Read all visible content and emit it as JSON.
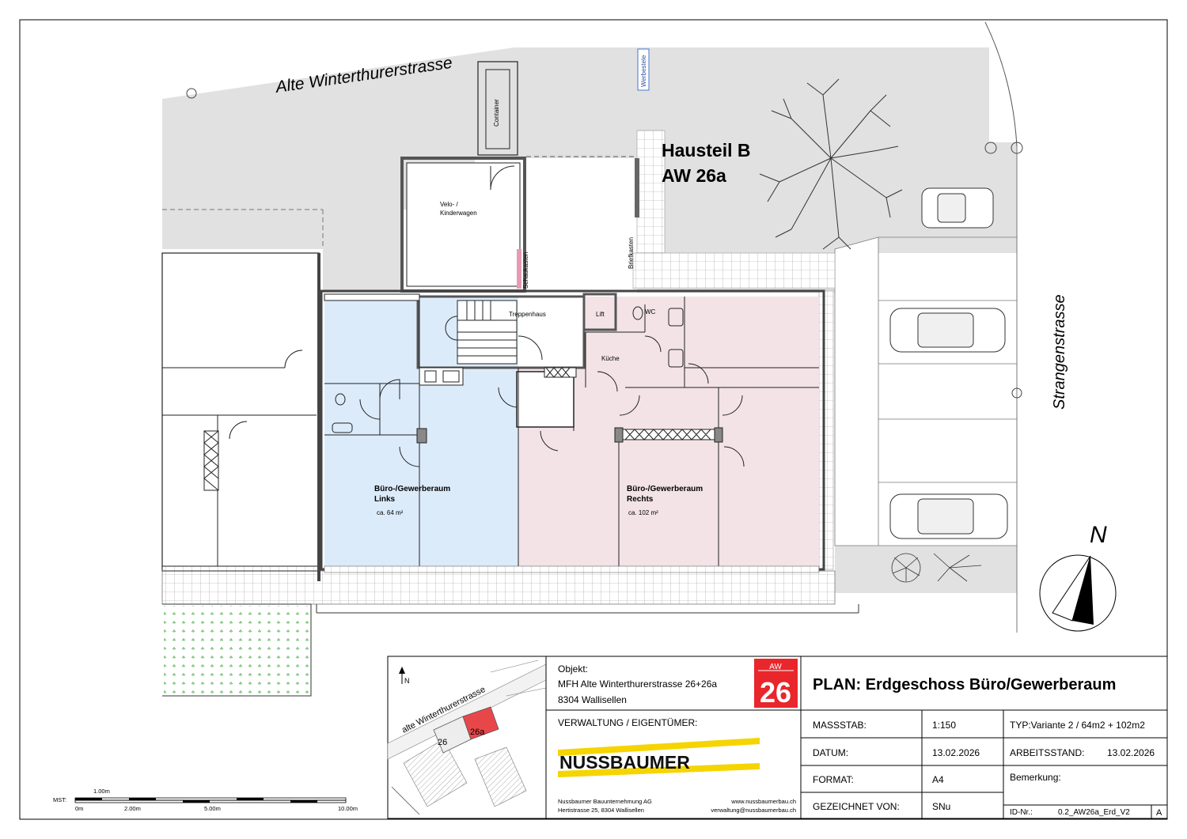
{
  "plan": {
    "street_top": "Alte Winterthurerstrasse",
    "street_right": "Strangenstrasse",
    "building_part_line1": "Hausteil B",
    "building_part_line2": "AW 26a",
    "sign_werbestele": "Werbestele",
    "container": "Container",
    "briefkasten": "Briefkasten",
    "schaukasten": "Schaukasten",
    "velo_line1": "Velo- /",
    "velo_line2": "Kinderwagen",
    "treppenhaus": "Treppenhaus",
    "lift": "Lift",
    "wc": "WC",
    "kueche": "Küche",
    "room_left_line1": "Büro-/Gewerberaum",
    "room_left_line2": "Links",
    "room_left_area": "ca. 64 m²",
    "room_right_line1": "Büro-/Gewerberaum",
    "room_right_line2": "Rechts",
    "room_right_area": "ca. 102 m²",
    "north": "N"
  },
  "scale_bar": {
    "mst_label": "MST:",
    "label_1m": "1.00m",
    "label_0": "0m",
    "label_2": "2.00m",
    "label_5": "5.00m",
    "label_10": "10.00m"
  },
  "location_map": {
    "street": "alte Winterthurerstrasse",
    "house_26": "26",
    "house_26a": "26a",
    "north": "N"
  },
  "title_block": {
    "objekt_label": "Objekt:",
    "objekt_line1": "MFH Alte Winterthurerstrasse 26+26a",
    "objekt_line2": "8304 Wallisellen",
    "aw_badge_top": "AW",
    "aw_badge_number": "26",
    "verwaltung_label": "VERWALTUNG / EIGENTÜMER:",
    "company_logo": "NUSSBAUMER",
    "company_name": "Nussbaumer Bauunternehmung AG",
    "company_address": "Hertistrasse 25, 8304 Wallisellen",
    "company_web": "www.nussbaumerbau.ch",
    "company_email": "verwaltung@nussbaumerbau.ch",
    "plan_title": "PLAN: Erdgeschoss Büro/Gewerberaum",
    "massstab_label": "MASSSTAB:",
    "massstab_value": "1:150",
    "typ_value": "TYP:Variante 2 / 64m2 + 102m2",
    "datum_label": "DATUM:",
    "datum_value": "13.02.2026",
    "arbeitsstand_label": "ARBEITSSTAND:",
    "arbeitsstand_value": "13.02.2026",
    "format_label": "FORMAT:",
    "format_value": "A4",
    "bemerkung_label": "Bemerkung:",
    "gezeichnet_label": "GEZEICHNET VON:",
    "gezeichnet_value": "SNu",
    "id_label": "ID-Nr.:",
    "id_value": "0.2_AW26a_Erd_V2",
    "revision": "A"
  },
  "colors": {
    "room_left_fill": "#dcebfa",
    "room_right_fill": "#f3e3e6",
    "ground_grey": "#e1e1e1",
    "badge_red": "#e8262b",
    "logo_yellow": "#f5d400",
    "map_highlight": "#e8474a"
  }
}
